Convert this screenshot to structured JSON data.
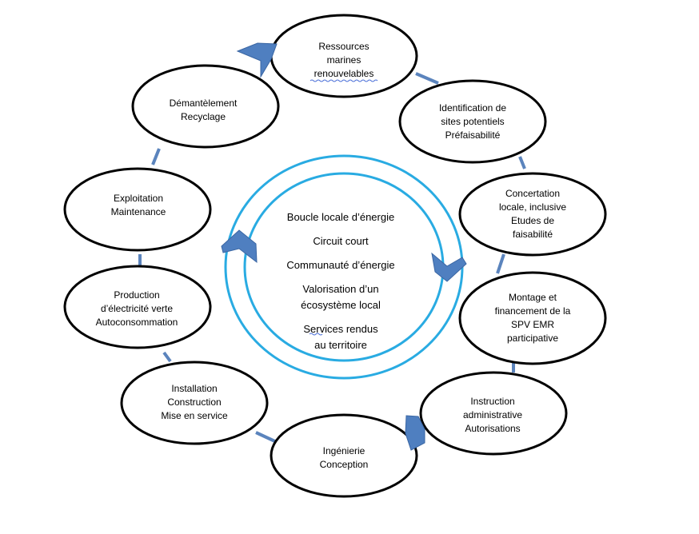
{
  "nodes": [
    {
      "id": "ressources",
      "lines": [
        "Ressources",
        "marines",
        "renouvelables"
      ]
    },
    {
      "id": "identification",
      "lines": [
        "Identification de",
        "sites potentiels",
        "Préfaisabilité"
      ]
    },
    {
      "id": "concertation",
      "lines": [
        "Concertation",
        "locale, inclusive",
        "Etudes de",
        "faisabilité"
      ]
    },
    {
      "id": "montage",
      "lines": [
        "Montage et",
        "financement de la",
        "SPV EMR",
        "participative"
      ]
    },
    {
      "id": "instruction",
      "lines": [
        "Instruction",
        "administrative",
        "Autorisations"
      ]
    },
    {
      "id": "ingenierie",
      "lines": [
        "Ingénierie",
        "Conception"
      ]
    },
    {
      "id": "installation",
      "lines": [
        "Installation",
        "Construction",
        "Mise en service"
      ]
    },
    {
      "id": "production",
      "lines": [
        "Production",
        "d’électricité verte",
        "Autoconsommation"
      ]
    },
    {
      "id": "exploitation",
      "lines": [
        "Exploitation",
        "Maintenance"
      ]
    },
    {
      "id": "demantelement",
      "lines": [
        "Démantèlement",
        "Recyclage"
      ]
    }
  ],
  "center": {
    "lines": [
      "Boucle locale d’énergie",
      "Circuit court",
      "Communauté d’énergie",
      "Valorisation d’un",
      "écosystème local",
      "Services rendus",
      "au territoire"
    ]
  },
  "colors": {
    "connector": "#5b84bd",
    "ring": "#29abe2",
    "arrow": "#4f7fc0",
    "ellipse_stroke": "#000000"
  }
}
